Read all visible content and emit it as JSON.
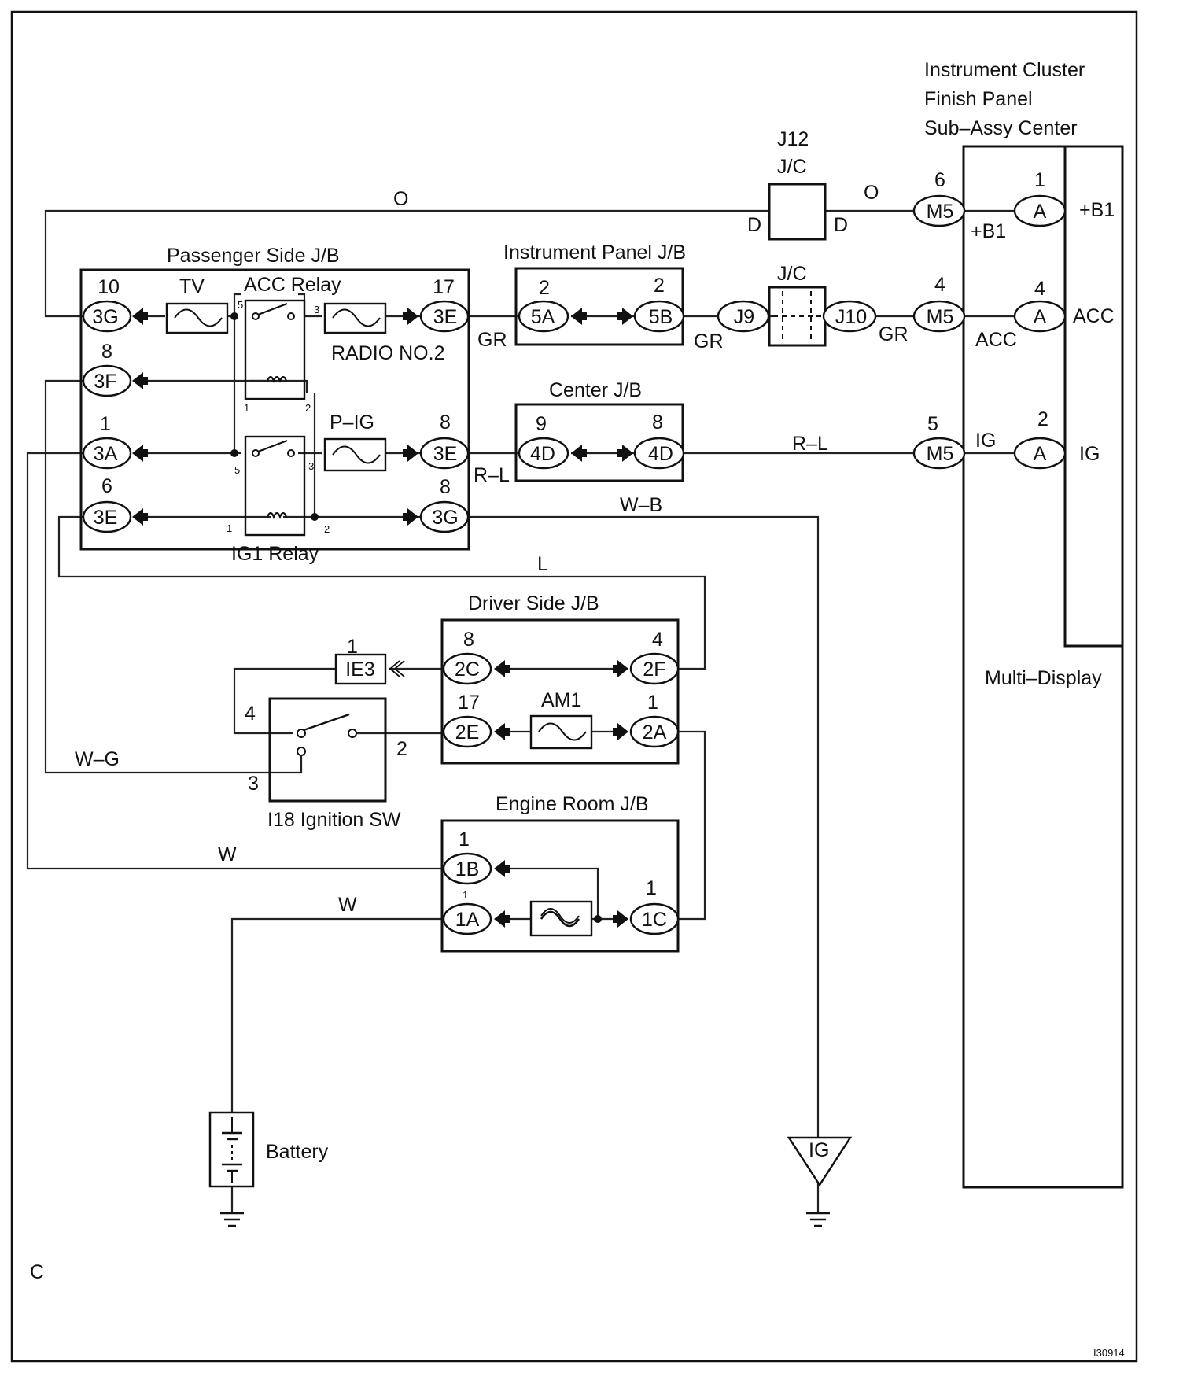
{
  "labels": {
    "ic_line1": "Instrument Cluster",
    "ic_line2": "Finish Panel",
    "ic_line3": "Sub–Assy Center",
    "multi_display": "Multi–Display",
    "j12": "J12",
    "jc_top": "J/C",
    "jc_mid": "J/C",
    "d_left": "D",
    "d_right": "D",
    "passenger_jb": "Passenger Side J/B",
    "instrument_jb": "Instrument Panel J/B",
    "center_jb": "Center J/B",
    "driver_jb": "Driver Side J/B",
    "engine_jb": "Engine Room J/B",
    "tv": "TV",
    "acc_relay": "ACC Relay",
    "radio": "RADIO NO.2",
    "pig": "P–IG",
    "ig1_relay": "IG1 Relay",
    "am1": "AM1",
    "ignition_sw": "I18 Ignition SW",
    "battery": "Battery",
    "ground_ig": "IG",
    "corner_c": "C",
    "figure_code": "I30914"
  },
  "wires": {
    "o1": "O",
    "o2": "O",
    "gr1": "GR",
    "gr2": "GR",
    "gr3": "GR",
    "rl1": "R–L",
    "rl2": "R–L",
    "wb": "W–B",
    "l": "L",
    "wg": "W–G",
    "w1": "W",
    "w2": "W"
  },
  "terminals": {
    "b1_in": "+B1",
    "acc_in": "ACC",
    "ig_in": "IG",
    "b1_out": "+B1",
    "acc_out": "ACC",
    "ig_out": "IG"
  },
  "connectors": {
    "p3g": {
      "name": "3G",
      "pin": "10"
    },
    "p3f": {
      "name": "3F",
      "pin": "8"
    },
    "p3a": {
      "name": "3A",
      "pin": "1"
    },
    "p3e_l": {
      "name": "3E",
      "pin": "6"
    },
    "p3e_r1": {
      "name": "3E",
      "pin": "17"
    },
    "p3e_r2": {
      "name": "3E",
      "pin": "8"
    },
    "p3g_r": {
      "name": "3G",
      "pin": "8"
    },
    "i5a": {
      "name": "5A",
      "pin": "2"
    },
    "i5b": {
      "name": "5B",
      "pin": "2"
    },
    "c4d_l": {
      "name": "4D",
      "pin": "9"
    },
    "c4d_r": {
      "name": "4D",
      "pin": "8"
    },
    "j9": {
      "name": "J9",
      "pin": ""
    },
    "j10": {
      "name": "J10",
      "pin": ""
    },
    "m5a": {
      "name": "M5",
      "pin": "6"
    },
    "m5b": {
      "name": "M5",
      "pin": "4"
    },
    "m5c": {
      "name": "M5",
      "pin": "5"
    },
    "aa": {
      "name": "A",
      "pin": "1"
    },
    "ab": {
      "name": "A",
      "pin": "4"
    },
    "ac": {
      "name": "A",
      "pin": "2"
    },
    "d2c": {
      "name": "2C",
      "pin": "8"
    },
    "d2f": {
      "name": "2F",
      "pin": "4"
    },
    "d2e": {
      "name": "2E",
      "pin": "17"
    },
    "d2a": {
      "name": "2A",
      "pin": "1"
    },
    "ie3": {
      "name": "IE3",
      "pin": "1"
    },
    "e1b": {
      "name": "1B",
      "pin": "1"
    },
    "e1a": {
      "name": "1A",
      "pin": "1"
    },
    "e1c": {
      "name": "1C",
      "pin": "1"
    }
  },
  "relay_pins": {
    "acc5": "5",
    "acc3": "3",
    "acc1": "1",
    "acc2": "2",
    "ig5": "5",
    "ig3": "3",
    "ig1": "1",
    "ig2": "2"
  },
  "switch_pins": {
    "p4": "4",
    "p2": "2",
    "p3": "3"
  }
}
